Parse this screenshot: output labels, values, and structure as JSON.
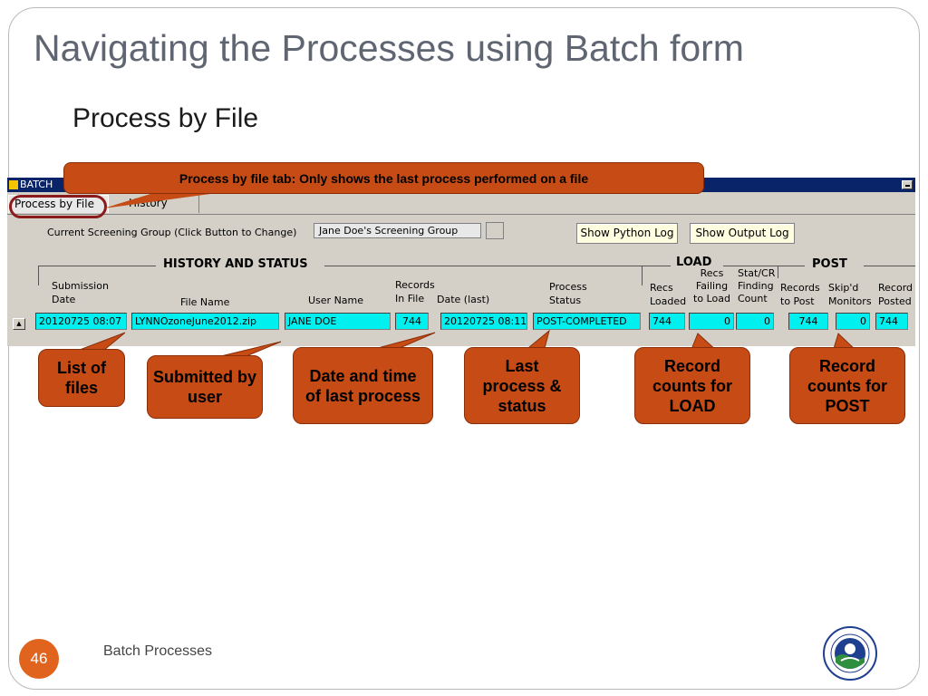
{
  "slide": {
    "title": "Navigating the Processes using Batch form",
    "subtitle": "Process by File",
    "page_number": "46",
    "footer": "Batch Processes"
  },
  "app": {
    "window_title": "BATCH",
    "tabs": [
      {
        "label": "Process by File",
        "active": true
      },
      {
        "label": "History",
        "active": false
      }
    ],
    "group_label": "Current Screening Group (Click Button to Change)",
    "group_value": "Jane Doe's Screening Group",
    "buttons": {
      "python_log": "Show Python Log",
      "output_log": "Show Output Log"
    },
    "sections": {
      "history": "HISTORY AND STATUS",
      "load": "LOAD",
      "post": "POST"
    },
    "columns": {
      "submission_date": "Submission\nDate",
      "file_name": "File Name",
      "user_name": "User Name",
      "records_in_file": "Records\nIn File",
      "date_last": "Date (last)",
      "process_status": "Process\nStatus",
      "recs_loaded": "Recs\nLoaded",
      "recs_failing": "Recs\nFailing\nto Load",
      "stat_cr": "Stat/CR\nFinding\nCount",
      "records_to_post": "Records\nto Post",
      "skipd_monitors": "Skip'd\nMonitors",
      "records_posted": "Record\nPosted"
    },
    "row": {
      "submission_date": "20120725 08:07",
      "file_name": "LYNNOzoneJune2012.zip",
      "user_name": "JANE DOE",
      "records_in_file": "744",
      "date_last": "20120725 08:11",
      "process_status": "POST-COMPLETED",
      "recs_loaded": "744",
      "recs_failing": "0",
      "stat_cr": "0",
      "records_to_post": "744",
      "skipd_monitors": "0",
      "records_posted": "744"
    }
  },
  "callouts": {
    "top": "Process by file tab:  Only shows the last process performed on a file",
    "list_of_files": "List of files",
    "submitted_by_user": "Submitted by user",
    "date_time": "Date and time of last process",
    "last_process": "Last process & status",
    "record_counts_load": "Record counts for LOAD",
    "record_counts_post": "Record counts for POST"
  },
  "colors": {
    "callout_fill": "#c64b14",
    "cell_cyan": "#00f0f0",
    "page_circle": "#e0641e",
    "title_gray": "#5f6672"
  },
  "icons": [
    "app-icon",
    "minimize-icon",
    "scroll-up-icon",
    "epa-seal-logo"
  ]
}
